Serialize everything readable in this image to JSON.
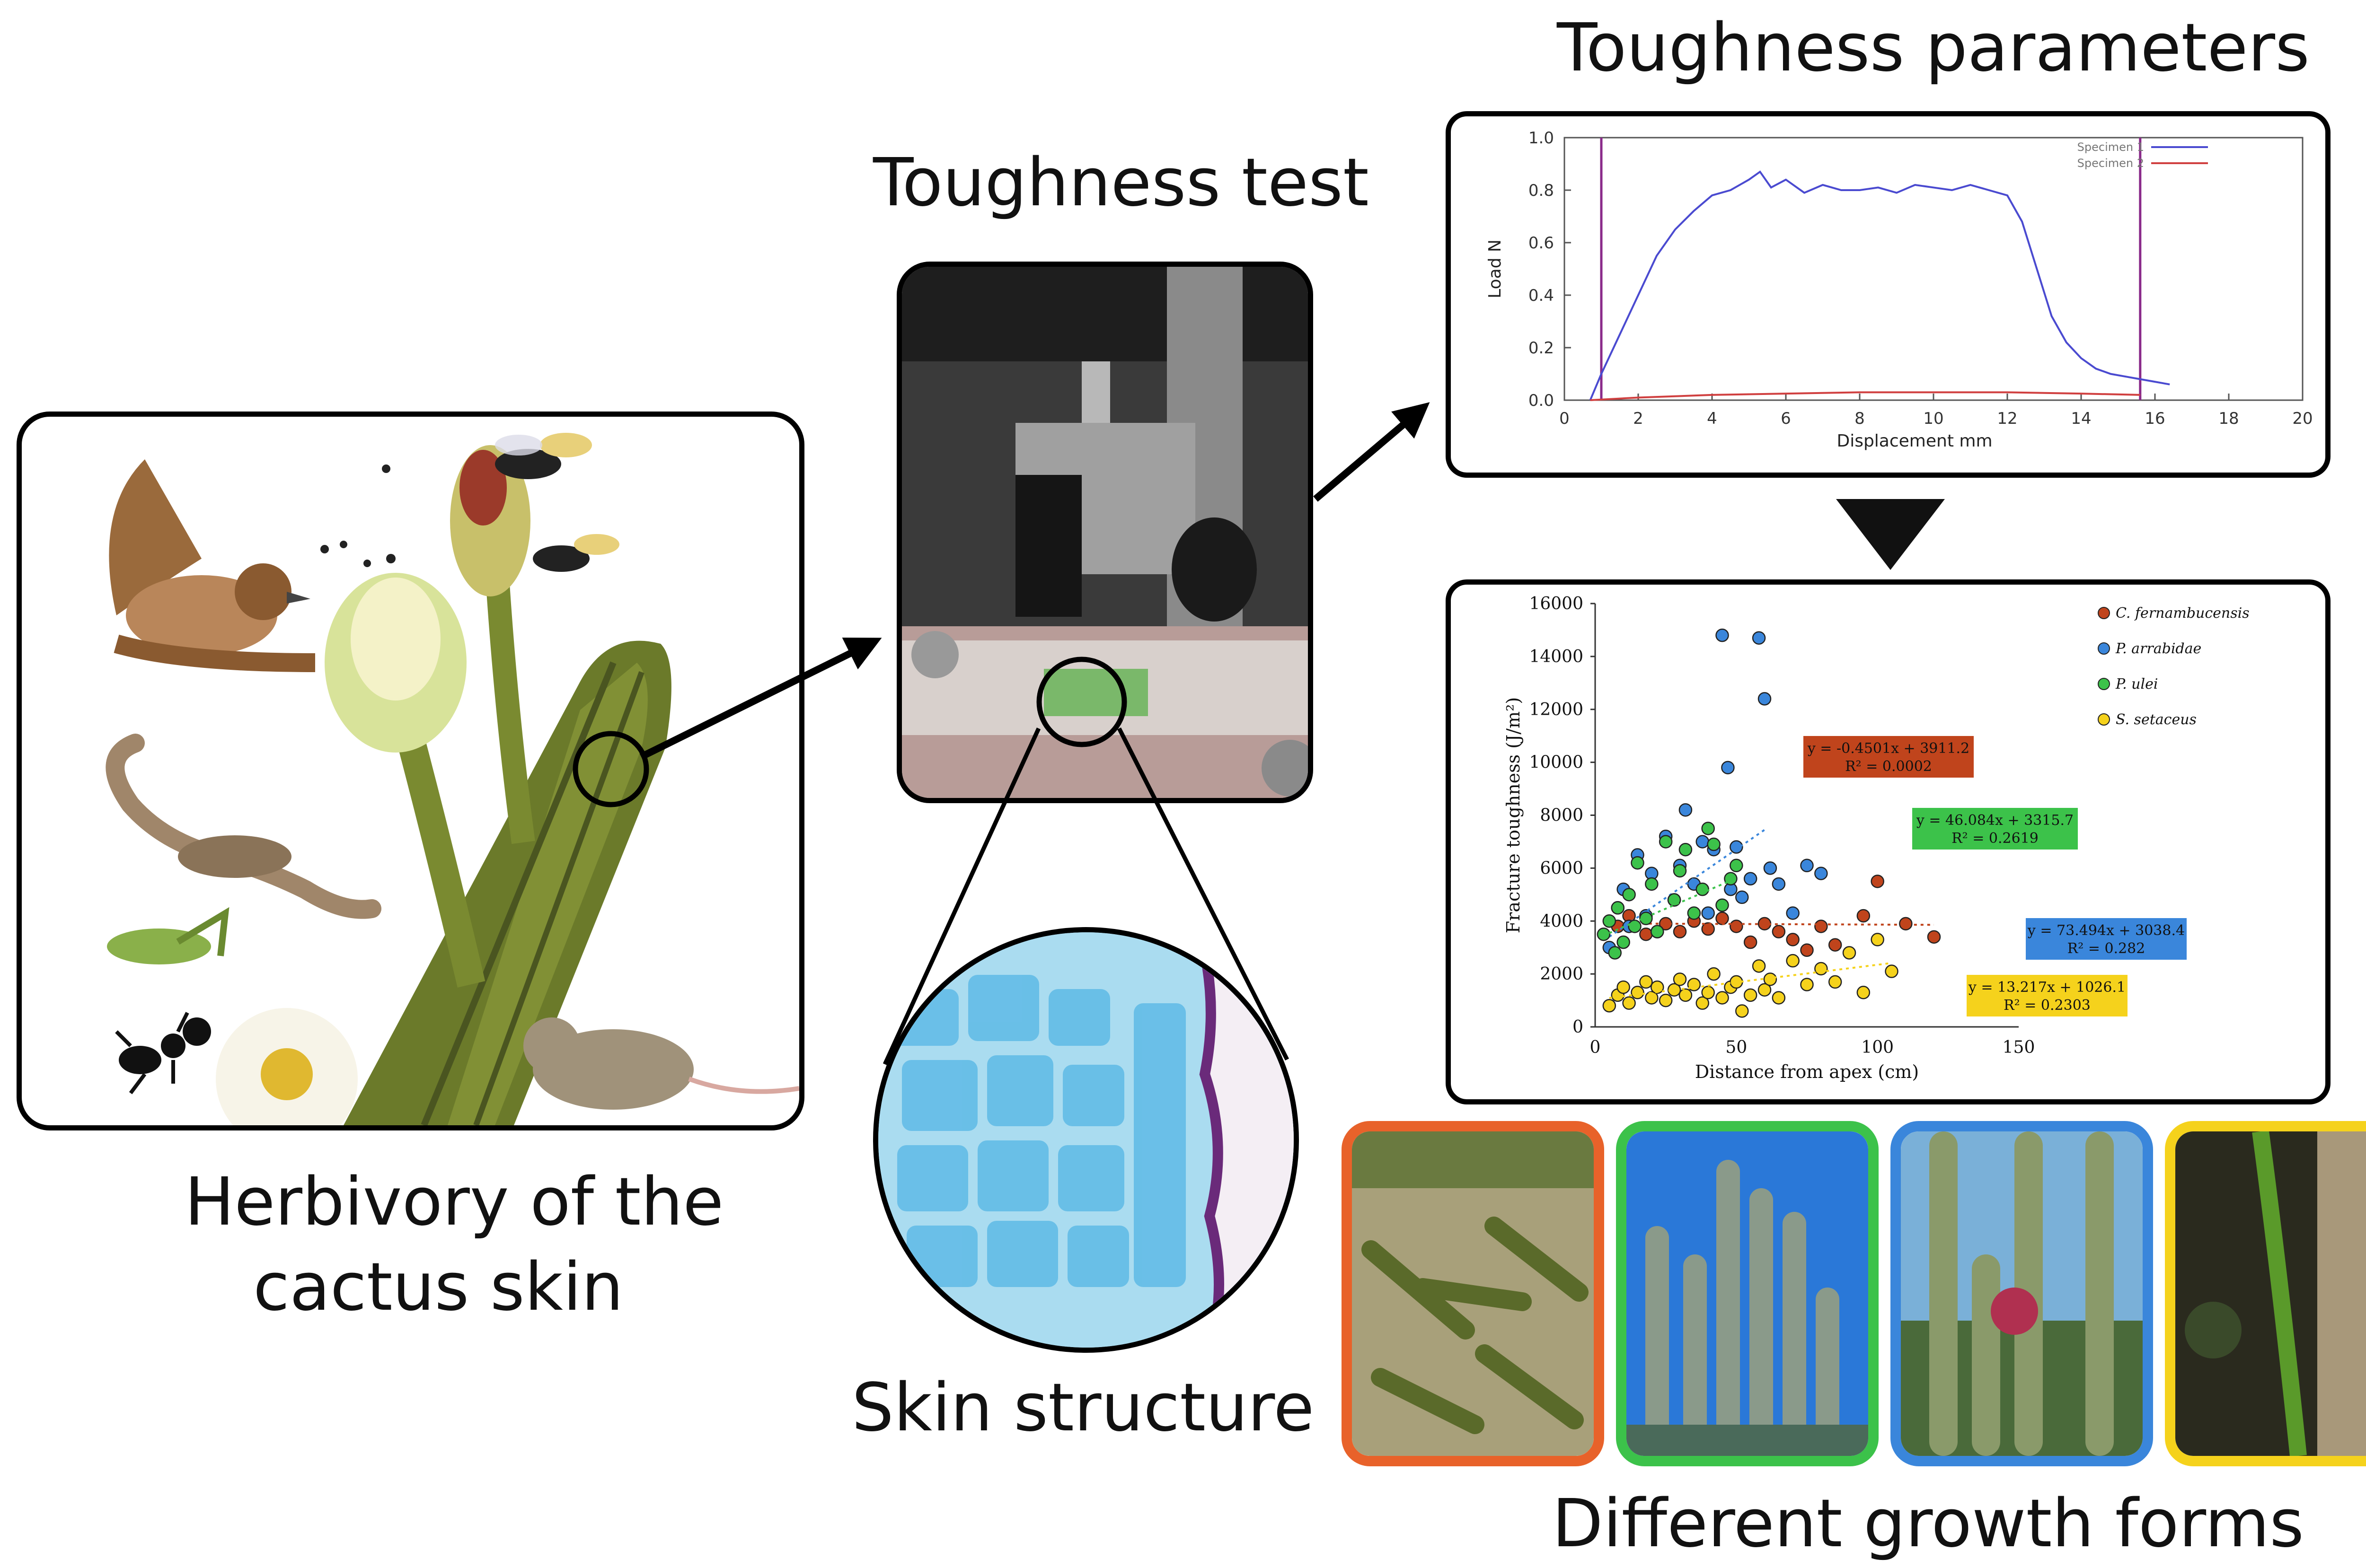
{
  "labels": {
    "herbivory_line1": "Herbivory of the",
    "herbivory_line2": "cactus skin",
    "toughness_test": "Toughness test",
    "toughness_parameters": "Toughness parameters",
    "skin_structure": "Skin structure",
    "growth_forms": "Different growth forms"
  },
  "colors": {
    "orange": "#e8622a",
    "green": "#3cc24a",
    "blue": "#3a86db",
    "yellow": "#f5d21c",
    "arrow": "#000000"
  },
  "chart_data": [
    {
      "type": "line",
      "xlabel": "Displacement mm",
      "ylabel": "Load N",
      "xlim": [
        0,
        20
      ],
      "ylim": [
        0,
        1.0
      ],
      "xticks": [
        "0",
        "2",
        "4",
        "6",
        "8",
        "10",
        "12",
        "14",
        "16",
        "18",
        "20"
      ],
      "yticks": [
        "0.0",
        "0.2",
        "0.4",
        "0.6",
        "0.8",
        "1.0"
      ],
      "vlines": [
        1.0,
        15.6
      ],
      "legend": [
        "Specimen 1",
        "Specimen 2"
      ],
      "series": [
        {
          "name": "Specimen 1",
          "color": "#4a4ad0",
          "x": [
            0.7,
            1.0,
            1.5,
            2.0,
            2.5,
            3.0,
            3.5,
            4.0,
            4.5,
            5.0,
            5.3,
            5.6,
            6.0,
            6.5,
            7.0,
            7.5,
            8.0,
            8.5,
            9.0,
            9.5,
            10.0,
            10.5,
            11.0,
            11.5,
            12.0,
            12.4,
            12.8,
            13.2,
            13.6,
            14.0,
            14.4,
            14.8,
            15.2,
            15.6,
            16.0,
            16.4
          ],
          "y": [
            0.0,
            0.1,
            0.25,
            0.4,
            0.55,
            0.65,
            0.72,
            0.78,
            0.8,
            0.84,
            0.87,
            0.81,
            0.84,
            0.79,
            0.82,
            0.8,
            0.8,
            0.81,
            0.79,
            0.82,
            0.81,
            0.8,
            0.82,
            0.8,
            0.78,
            0.68,
            0.5,
            0.32,
            0.22,
            0.16,
            0.12,
            0.1,
            0.09,
            0.08,
            0.07,
            0.06
          ]
        },
        {
          "name": "Specimen 2",
          "color": "#d04040",
          "x": [
            0.7,
            2.0,
            4.0,
            6.0,
            8.0,
            10.0,
            12.0,
            14.0,
            15.6
          ],
          "y": [
            0.0,
            0.01,
            0.02,
            0.025,
            0.03,
            0.03,
            0.03,
            0.025,
            0.02
          ]
        }
      ]
    },
    {
      "type": "scatter",
      "xlabel": "Distance from apex (cm)",
      "ylabel": "Fracture toughness (J/m²)",
      "xlim": [
        0,
        150
      ],
      "ylim": [
        0,
        16000
      ],
      "xticks": [
        "0",
        "50",
        "100",
        "150"
      ],
      "yticks": [
        "0",
        "2000",
        "4000",
        "6000",
        "8000",
        "10000",
        "12000",
        "14000",
        "16000"
      ],
      "series": [
        {
          "name": "C. fernambucensis",
          "color": "#c0441c",
          "equation": "y = -0.4501x + 3911.2",
          "r2": "R² = 0.0002",
          "trend": {
            "x0": 5,
            "x1": 120,
            "slope": -0.4501,
            "intercept": 3911.2
          },
          "x": [
            8,
            12,
            18,
            25,
            30,
            35,
            40,
            45,
            50,
            55,
            60,
            65,
            70,
            75,
            80,
            85,
            95,
            100,
            110,
            120
          ],
          "y": [
            3800,
            4200,
            3500,
            3900,
            3600,
            4000,
            3700,
            4100,
            3800,
            3200,
            3900,
            3600,
            3300,
            2900,
            3800,
            3100,
            4200,
            5500,
            3900,
            3400
          ]
        },
        {
          "name": "P. arrabidae",
          "color": "#3a86db",
          "equation": "y = 73.494x + 3038.4",
          "r2": "R² = 0.282",
          "trend": {
            "x0": 5,
            "x1": 60,
            "slope": 73.494,
            "intercept": 3038.4
          },
          "x": [
            5,
            8,
            10,
            12,
            15,
            18,
            20,
            22,
            25,
            28,
            30,
            32,
            35,
            38,
            40,
            42,
            45,
            47,
            48,
            50,
            52,
            55,
            58,
            60,
            62,
            65,
            70,
            75,
            80
          ],
          "y": [
            3000,
            4500,
            5200,
            3800,
            6500,
            4200,
            5800,
            3600,
            7200,
            4800,
            6100,
            8200,
            5400,
            7000,
            4300,
            6700,
            14800,
            9800,
            5200,
            6800,
            4900,
            5600,
            14700,
            12400,
            6000,
            5400,
            4300,
            6100,
            5800
          ]
        },
        {
          "name": "P. ulei",
          "color": "#3cc24a",
          "equation": "y = 46.084x + 3315.7",
          "r2": "R² = 0.2619",
          "trend": {
            "x0": 5,
            "x1": 50,
            "slope": 46.084,
            "intercept": 3315.7
          },
          "x": [
            3,
            5,
            7,
            8,
            10,
            12,
            14,
            15,
            18,
            20,
            22,
            25,
            28,
            30,
            32,
            35,
            38,
            40,
            42,
            45,
            48,
            50
          ],
          "y": [
            3500,
            4000,
            2800,
            4500,
            3200,
            5000,
            3800,
            6200,
            4100,
            5400,
            3600,
            7000,
            4800,
            5900,
            6700,
            4300,
            5200,
            7500,
            6900,
            4600,
            5600,
            6100
          ]
        },
        {
          "name": "S. setaceus",
          "color": "#f5d21c",
          "equation": "y = 13.217x + 1026.1",
          "r2": "R² = 0.2303",
          "trend": {
            "x0": 5,
            "x1": 105,
            "slope": 13.217,
            "intercept": 1026.1
          },
          "x": [
            5,
            8,
            10,
            12,
            15,
            18,
            20,
            22,
            25,
            28,
            30,
            32,
            35,
            38,
            40,
            42,
            45,
            48,
            50,
            52,
            55,
            58,
            60,
            62,
            65,
            70,
            75,
            80,
            85,
            90,
            95,
            100,
            105
          ],
          "y": [
            800,
            1200,
            1500,
            900,
            1300,
            1700,
            1100,
            1500,
            1000,
            1400,
            1800,
            1200,
            1600,
            900,
            1300,
            2000,
            1100,
            1500,
            1700,
            600,
            1200,
            2300,
            1400,
            1800,
            1100,
            2500,
            1600,
            2200,
            1700,
            2800,
            1300,
            3300,
            2100
          ]
        }
      ]
    }
  ]
}
